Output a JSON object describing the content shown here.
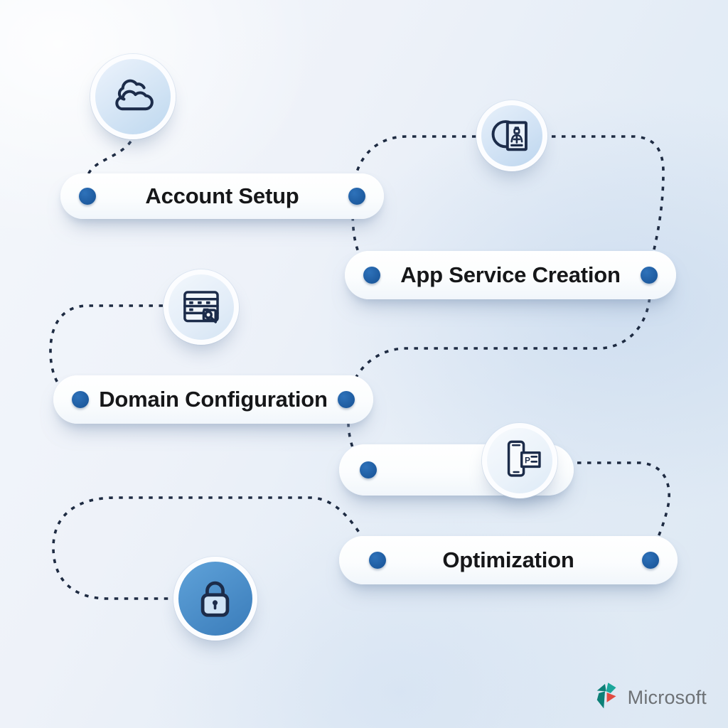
{
  "diagram": {
    "steps": [
      {
        "label": "Account Setup",
        "icon": "cloud-icon"
      },
      {
        "label": "App Service Creation",
        "icon": "id-badge-icon"
      },
      {
        "label": "Domain Configuration",
        "icon": "server-search-icon"
      },
      {
        "label": "",
        "icon": "phone-card-icon"
      },
      {
        "label": "Optimization",
        "icon": "lock-icon"
      }
    ],
    "phone_badge_letter": "P"
  },
  "footer": {
    "brand": "Microsoft"
  },
  "colors": {
    "dot_blue": "#1d5a9e",
    "line_navy": "#1e2b42",
    "icon_stroke": "#1c2c4a",
    "label_text": "#161719",
    "lock_circle_start": "#5fa2d9",
    "lock_circle_end": "#3a7cba",
    "logo_teal": "#1ba79b",
    "logo_teal_dark": "#0d8077",
    "logo_red": "#e14b41",
    "logo_text_gray": "#6d7175"
  }
}
